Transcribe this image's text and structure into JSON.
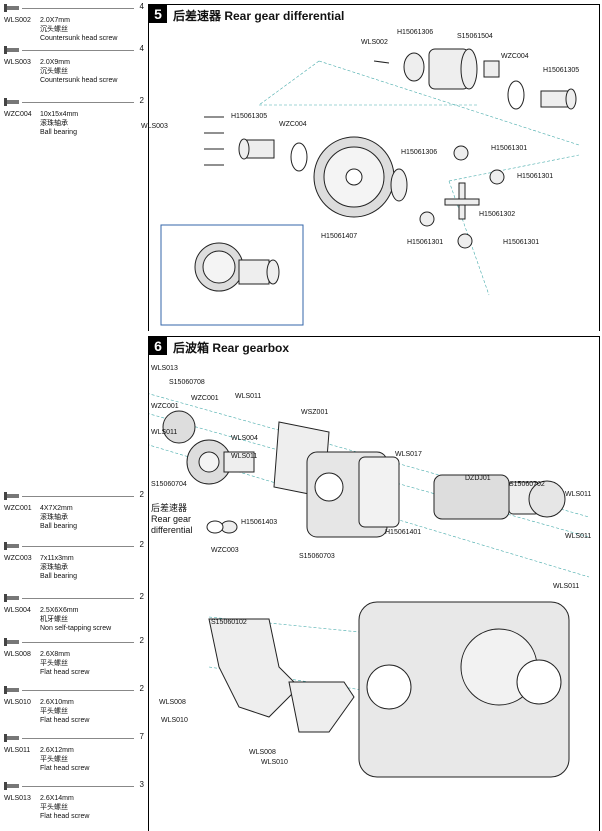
{
  "parts": [
    {
      "code": "WLS002",
      "size": "2.0X7mm",
      "cn": "沉头螺丝",
      "en": "Countersunk head screw",
      "qty": "4",
      "icon": "countersunk-screw-icon"
    },
    {
      "code": "WLS003",
      "size": "2.0X9mm",
      "cn": "沉头螺丝",
      "en": "Countersunk head screw",
      "qty": "4",
      "icon": "countersunk-screw-icon"
    },
    {
      "code": "WZC004",
      "size": "10x15x4mm",
      "cn": "滚珠轴承",
      "en": "Ball bearing",
      "qty": "2",
      "icon": "ball-bearing-icon"
    },
    {
      "code": "WZC001",
      "size": "4X7X2mm",
      "cn": "滚珠轴承",
      "en": "Ball bearing",
      "qty": "2",
      "icon": "ball-bearing-icon"
    },
    {
      "code": "WZC003",
      "size": "7x11x3mm",
      "cn": "滚珠轴承",
      "en": "Ball bearing",
      "qty": "2",
      "icon": "ball-bearing-icon"
    },
    {
      "code": "WLS004",
      "size": "2.5X6X6mm",
      "cn": "机牙螺丝",
      "en": "Non self-tapping screw",
      "qty": "2",
      "icon": "machine-screw-icon"
    },
    {
      "code": "WLS008",
      "size": "2.6X8mm",
      "cn": "平头螺丝",
      "en": "Flat head screw",
      "qty": "2",
      "icon": "flat-head-screw-icon"
    },
    {
      "code": "WLS010",
      "size": "2.6X10mm",
      "cn": "平头螺丝",
      "en": "Flat head screw",
      "qty": "2",
      "icon": "flat-head-screw-icon"
    },
    {
      "code": "WLS011",
      "size": "2.6X12mm",
      "cn": "平头螺丝",
      "en": "Flat head screw",
      "qty": "7",
      "icon": "flat-head-screw-icon"
    },
    {
      "code": "WLS013",
      "size": "2.6X14mm",
      "cn": "平头螺丝",
      "en": "Flat head screw",
      "qty": "3",
      "icon": "flat-head-screw-icon"
    }
  ],
  "step5": {
    "num": "5",
    "title": "后差速器 Rear gear differential",
    "labels": [
      "WLS002",
      "H15061306",
      "S15061504",
      "WZC004",
      "H15061305",
      "WLS003",
      "H15061305",
      "WZC004",
      "H15061306",
      "H15061301",
      "H15061301",
      "H15061302",
      "H15061301",
      "H15061301",
      "H15061407"
    ]
  },
  "step6": {
    "num": "6",
    "title": "后波箱 Rear gearbox",
    "labels": [
      "WLS013",
      "S15060708",
      "WZC001",
      "WZC001",
      "WLS011",
      "WSZ001",
      "WLS011",
      "WLS004",
      "WLS011",
      "WLS017",
      "DZDJ01",
      "S15060702",
      "WLS011",
      "S15060704",
      "H15061403",
      "WZC003",
      "H15061401",
      "S15060703",
      "WLS011",
      "WLS011",
      "S15060102",
      "WLS008",
      "WLS010",
      "WLS008",
      "WLS010"
    ],
    "callout_cn": "后差速器",
    "callout_en1": "Rear gear",
    "callout_en2": "differential"
  }
}
